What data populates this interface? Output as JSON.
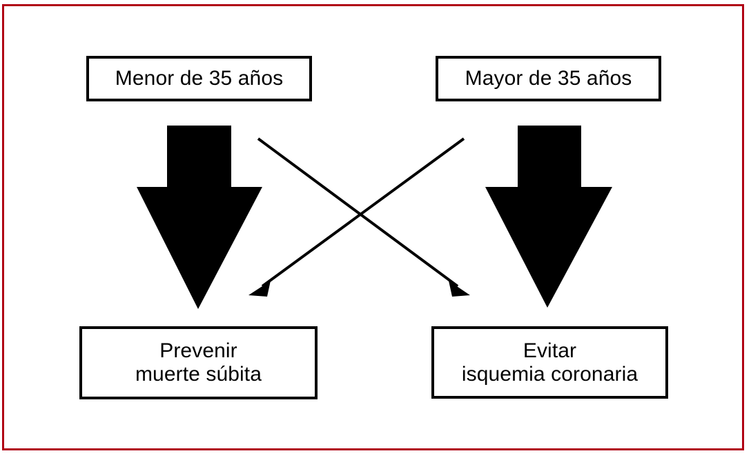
{
  "diagram": {
    "title_visible": false,
    "language": "es",
    "frame": {
      "border_color": "#b00014",
      "background_color": "#ffffff"
    },
    "colors": {
      "shape_fill": "#000000",
      "box_border": "#000000",
      "box_background": "#ffffff",
      "text": "#000000",
      "frame_accent": "#b00014"
    },
    "nodes": [
      {
        "id": "menor-35",
        "label": "Menor de 35 años",
        "position": "top-left",
        "lines": [
          "Menor de 35 años"
        ]
      },
      {
        "id": "mayor-35",
        "label": "Mayor de 35 años",
        "position": "top-right",
        "lines": [
          "Mayor de 35 años"
        ]
      },
      {
        "id": "prevenir-muerte-subita",
        "label": "Prevenir\nmuerte súbita",
        "position": "bottom-left",
        "lines": [
          "Prevenir",
          "muerte súbita"
        ]
      },
      {
        "id": "evitar-isquemia-coronaria",
        "label": "Evitar\nisquemia coronaria",
        "position": "bottom-right",
        "lines": [
          "Evitar",
          "isquemia coronaria"
        ]
      }
    ],
    "connectors": [
      {
        "id": "thick-arrow-left",
        "type": "block-arrow-down",
        "from": "menor-35",
        "to": "prevenir-muerte-subita",
        "style": "solid-filled"
      },
      {
        "id": "thick-arrow-right",
        "type": "block-arrow-down",
        "from": "mayor-35",
        "to": "evitar-isquemia-coronaria",
        "style": "solid-filled"
      },
      {
        "id": "cross-arrow-left-to-right",
        "type": "line-arrow-diagonal",
        "from": "menor-35",
        "to": "evitar-isquemia-coronaria",
        "direction": "down-right",
        "style": "thin-line"
      },
      {
        "id": "cross-arrow-right-to-left",
        "type": "line-arrow-diagonal",
        "from": "mayor-35",
        "to": "prevenir-muerte-subita",
        "direction": "down-left",
        "style": "thin-line"
      }
    ]
  }
}
